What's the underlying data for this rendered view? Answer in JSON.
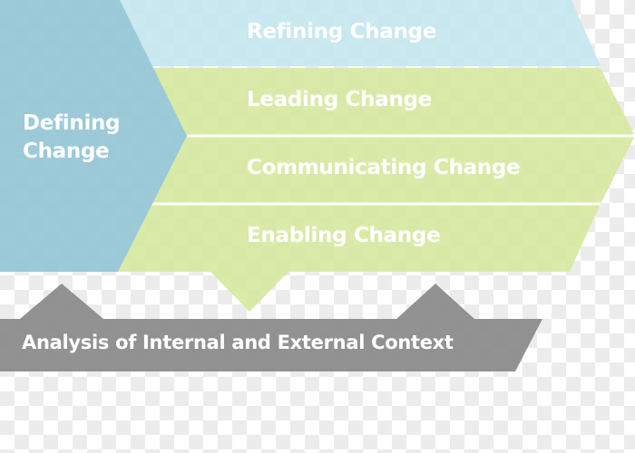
{
  "diagram": {
    "defining": "Defining Change",
    "layers": [
      "Refining Change",
      "Leading Change",
      "Communicating Change",
      "Enabling Change"
    ],
    "base": "Analysis of Internal and External Context"
  },
  "colors": {
    "blue_light": "#c4e7f0",
    "blue_dark": "#94c5d5",
    "green": "#d6e9a0",
    "gray": "#8c8c8c",
    "text": "#ffffff"
  }
}
